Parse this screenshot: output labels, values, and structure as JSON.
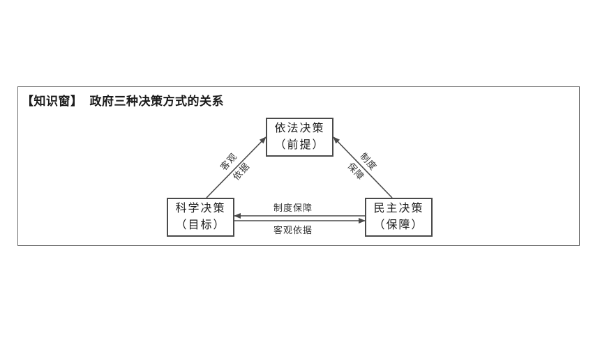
{
  "heading": {
    "tag": "【知识窗】",
    "title": "政府三种决策方式的关系"
  },
  "nodes": {
    "top": {
      "line1": "依法决策",
      "line2": "（前提）"
    },
    "left": {
      "line1": "科学决策",
      "line2": "（目标）"
    },
    "right": {
      "line1": "民主决策",
      "line2": "（保障）"
    }
  },
  "edges": {
    "left_to_top": {
      "line1": "客观",
      "line2": "依据"
    },
    "right_to_top": {
      "line1": "制度",
      "line2": "保障"
    },
    "right_to_left": "制度保障",
    "left_to_right": "客观依据"
  }
}
